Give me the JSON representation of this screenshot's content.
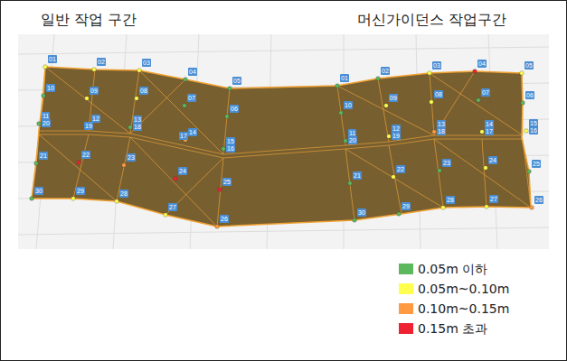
{
  "diagram": {
    "labels": [
      "일반 작업 구간",
      "머신가이던스 작업구간",
      "01",
      "02",
      "03",
      "04",
      "05",
      "06",
      "07",
      "08",
      "09",
      "10",
      "11",
      "12",
      "13",
      "14",
      "15",
      "16",
      "17",
      "18",
      "19",
      "20",
      "21",
      "22",
      "23",
      "24",
      "25",
      "26",
      "27",
      "28",
      "29",
      "30",
      "01",
      "02",
      "03",
      "04",
      "05",
      "06",
      "07",
      "08",
      "09",
      "10",
      "11",
      "12",
      "13",
      "14",
      "15",
      "16",
      "17",
      "18",
      "19",
      "20",
      "21",
      "22",
      "23",
      "24",
      "25",
      "26",
      "27",
      "28",
      "29",
      "30"
    ],
    "legend": [
      {
        "text": "0.05m 이하",
        "color": "#5cb85c"
      },
      {
        "text": "0.05m~0.10m",
        "color": "#ffff4d"
      },
      {
        "text": "0.10m~0.15m",
        "color": "#ff9a40"
      },
      {
        "text": "0.15m 초과",
        "color": "#ee2233"
      }
    ]
  }
}
